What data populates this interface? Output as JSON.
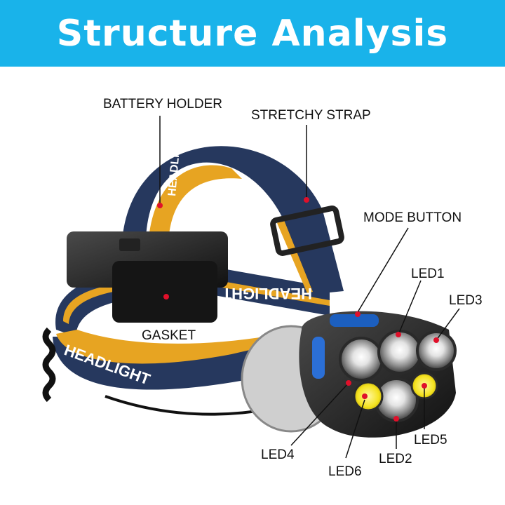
{
  "title": "Structure Analysis",
  "labels": {
    "battery_holder": "BATTERY HOLDER",
    "stretchy_strap": "STRETCHY STRAP",
    "mode_button": "MODE BUTTON",
    "gasket": "GASKET",
    "led1": "LED1",
    "led2": "LED2",
    "led3": "LED3",
    "led4": "LED4",
    "led5": "LED5",
    "led6": "LED6"
  },
  "strap_text": {
    "front": "HEADLIGHT",
    "back": "HEADLIGHT",
    "top": "HEADLIGHT"
  },
  "colors": {
    "banner": "#19b3ea",
    "strap_blue": "#26385e",
    "strap_yellow": "#e7a422",
    "pointer_dot": "#e0102a",
    "cob_yellow": "#f4e21e"
  }
}
